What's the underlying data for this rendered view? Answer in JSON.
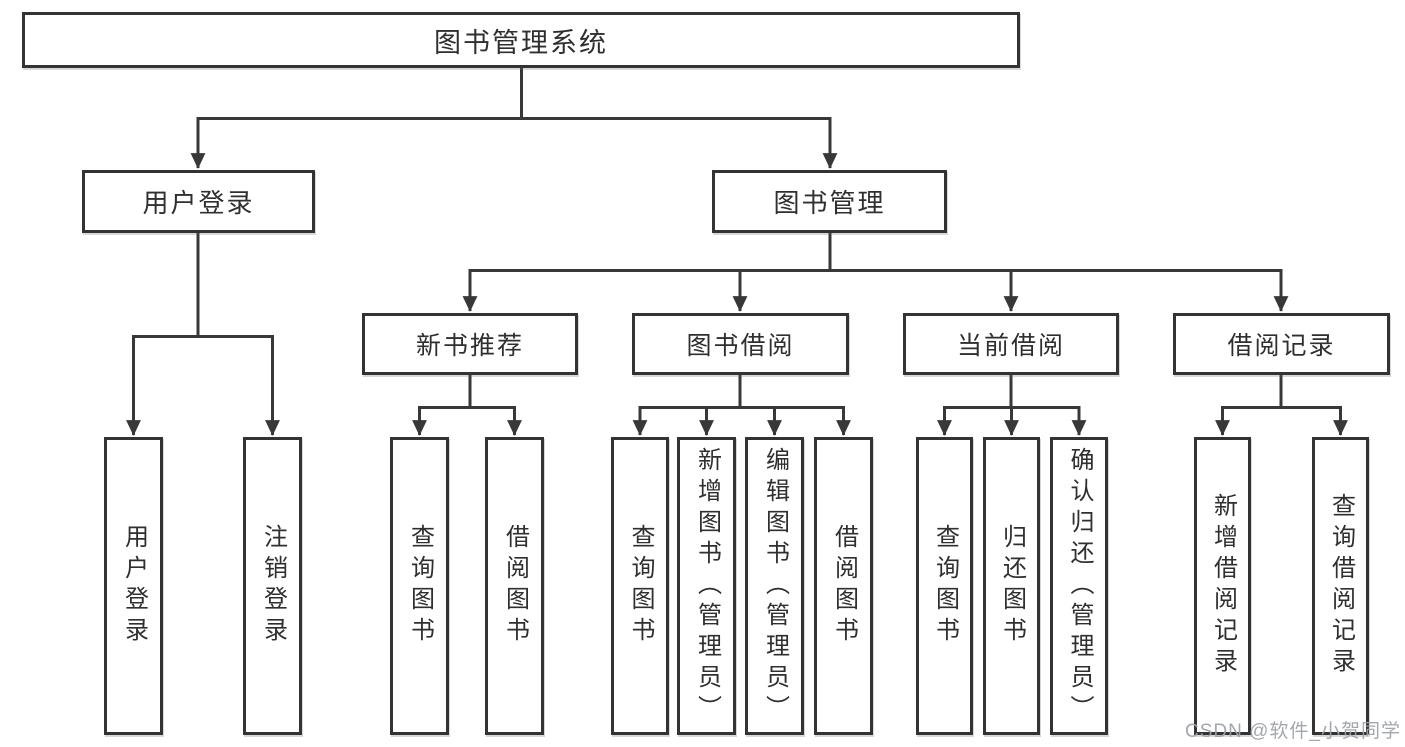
{
  "diagram": {
    "root": {
      "label": "图书管理系统"
    },
    "level2": {
      "user_login": {
        "label": "用户登录"
      },
      "book_mgmt": {
        "label": "图书管理"
      }
    },
    "level3": {
      "new_book": {
        "label": "新书推荐"
      },
      "book_borrow": {
        "label": "图书借阅"
      },
      "current_borrow": {
        "label": "当前借阅"
      },
      "borrow_record": {
        "label": "借阅记录"
      }
    },
    "leaves": {
      "user_login": [
        "用户登录",
        "注销登录"
      ],
      "new_book": [
        "查询图书",
        "借阅图书"
      ],
      "book_borrow": [
        "查询图书",
        "新增图书（管理员）",
        "编辑图书（管理员）",
        "借阅图书"
      ],
      "current_borrow": [
        "查询图书",
        "归还图书",
        "确认归还（管理员）"
      ],
      "borrow_record": [
        "新增借阅记录",
        "查询借阅记录"
      ]
    },
    "watermark": "CSDN @软件_小贺同学",
    "colors": {
      "line": "#383838",
      "border": "#333333",
      "text": "#2f2f2f",
      "watermark": "#9ea2aa",
      "background": "#ffffff"
    }
  }
}
